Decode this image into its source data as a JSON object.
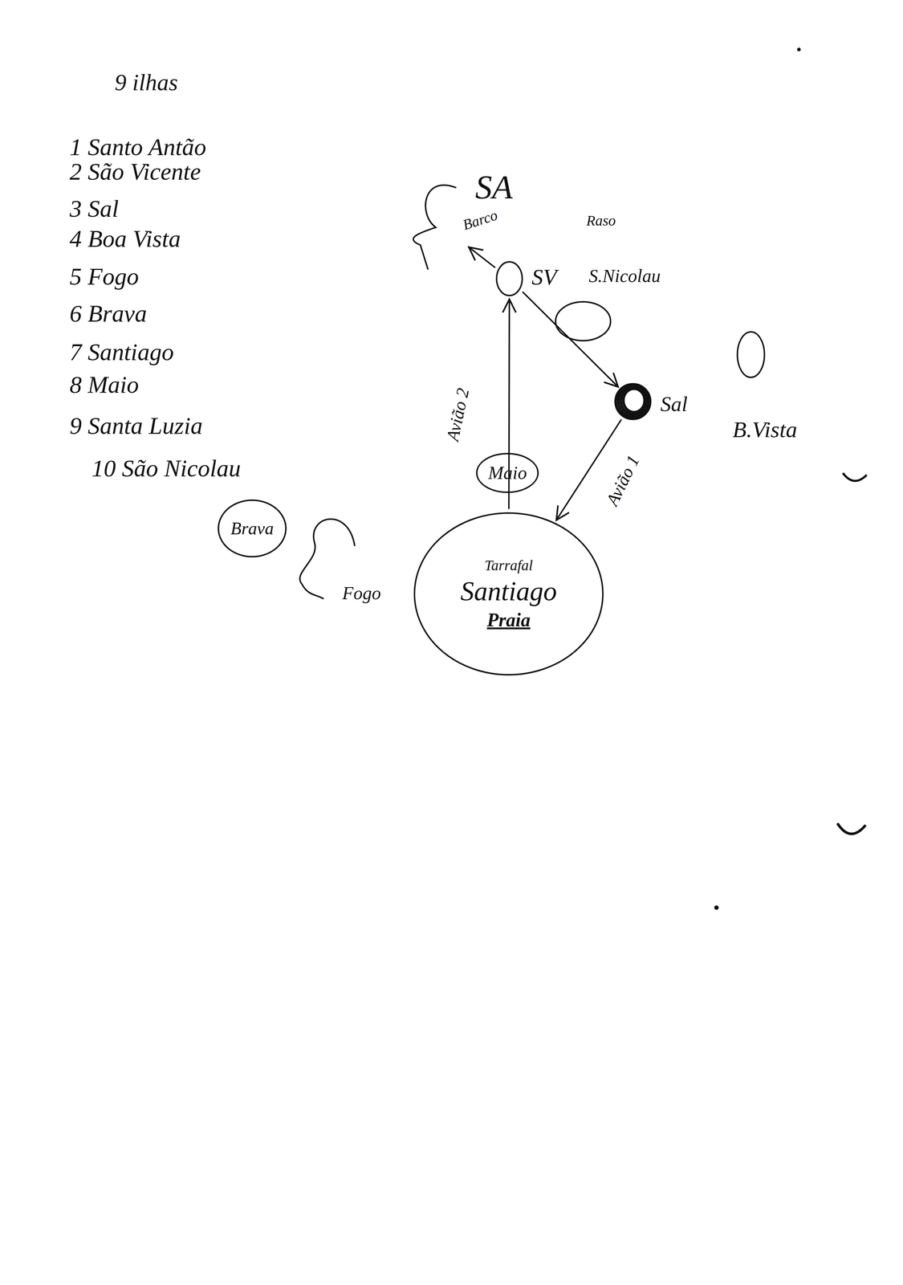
{
  "diagram": {
    "title": "9 ilhas",
    "nodes": [
      {
        "text": [
          "SA"
        ]
      },
      {
        "text": [
          "SV"
        ]
      },
      {
        "text": [
          "S.Nicolau"
        ]
      },
      {
        "text": [
          "Sal"
        ]
      },
      {
        "text": [
          "B.Vista"
        ]
      },
      {
        "text": [
          "Maio"
        ]
      },
      {
        "text": [
          "Brava"
        ]
      },
      {
        "text": [
          "Fogo"
        ]
      },
      {
        "text": [
          "Tarrafal",
          "Santiago",
          "Praia"
        ]
      }
    ],
    "edges": [
      {
        "from": 1,
        "to": 0,
        "arrow": "to",
        "label": "Barco"
      },
      {
        "from": 1,
        "to": 3,
        "arrow": "to"
      },
      {
        "from": 3,
        "to": 8,
        "arrow": "to",
        "label": "Avião 1"
      },
      {
        "from": 8,
        "to": 1,
        "arrow": "to",
        "label": "Avião 2"
      }
    ],
    "labels": [
      "1 Santo Antão",
      "2 São Vicente",
      "3 Sal",
      "4 Boa Vista",
      "5 Fogo",
      "6 Brava",
      "7 Santiago",
      "8 Maio",
      "9 Santa Luzia",
      "10 São Nicolau",
      "Raso"
    ]
  }
}
